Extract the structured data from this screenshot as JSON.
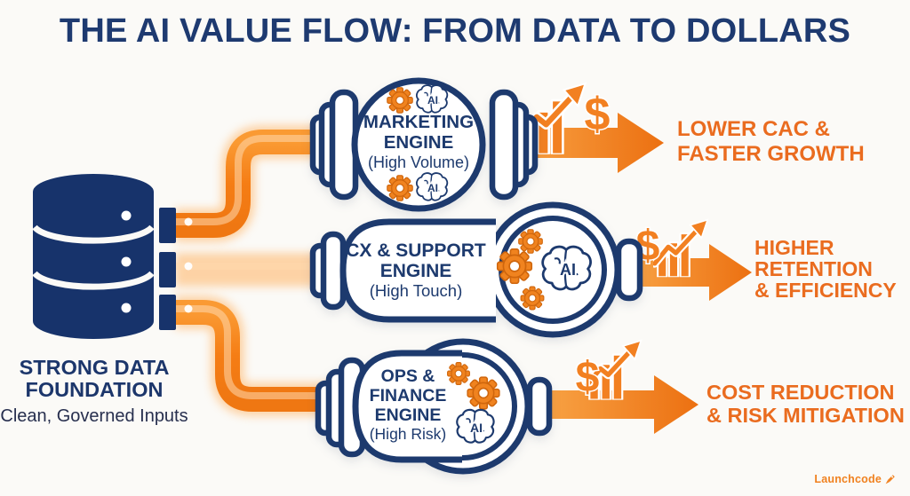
{
  "title": "THE AI VALUE FLOW: FROM DATA TO DOLLARS",
  "colors": {
    "navy": "#1d3a6e",
    "pipe_orange": "#f5831d",
    "arrow_orange_light": "#f9a648",
    "arrow_orange_dark": "#ec7011",
    "outcome_text_orange": "#ea6c1f",
    "background": "#fbfaf7"
  },
  "foundation": {
    "title_line1": "STRONG DATA",
    "title_line2": "FOUNDATION",
    "subtitle": "Clean, Governed Inputs"
  },
  "engines": [
    {
      "name_line1": "MARKETING",
      "name_line2": "ENGINE",
      "qualifier": "(High Volume)",
      "ai_label": "AI"
    },
    {
      "name_line1": "CX & SUPPORT",
      "name_line2": "ENGINE",
      "qualifier": "(High Touch)",
      "ai_label": "AI"
    },
    {
      "name_line1": "OPS &",
      "name_line2": "FINANCE",
      "name_line3": "ENGINE",
      "qualifier": "(High Risk)",
      "ai_label": "AI"
    }
  ],
  "outcomes": [
    {
      "line1": "LOWER CAC &",
      "line2": "FASTER GROWTH"
    },
    {
      "line1": "HIGHER",
      "line2": "RETENTION",
      "line3": "& EFFICIENCY"
    },
    {
      "line1": "COST REDUCTION",
      "line2": "& RISK MITIGATION"
    }
  ],
  "icons": {
    "dollar": "$"
  },
  "logo": {
    "text": "Launchcode"
  }
}
